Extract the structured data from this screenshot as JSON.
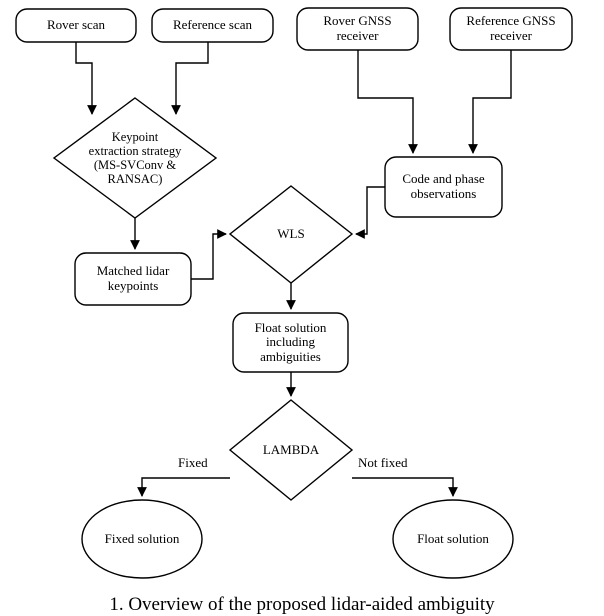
{
  "figure": {
    "type": "flowchart",
    "caption": "1. Overview of the proposed lidar-aided ambiguity",
    "stroke_color": "#000000",
    "fill_color": "#ffffff",
    "background": "#ffffff"
  },
  "nodes": {
    "rover_scan": {
      "label": "Rover scan",
      "shape": "rounded-rectangle"
    },
    "reference_scan": {
      "label": "Reference scan",
      "shape": "rounded-rectangle"
    },
    "rover_gnss": {
      "label": "Rover GNSS\nreceiver",
      "shape": "rounded-rectangle"
    },
    "reference_gnss": {
      "label": "Reference GNSS\nreceiver",
      "shape": "rounded-rectangle"
    },
    "keypoint_extraction": {
      "label": "Keypoint\nextraction strategy\n(MS-SVConv &\nRANSAC)",
      "shape": "diamond"
    },
    "code_phase": {
      "label": "Code and phase\nobservations",
      "shape": "rounded-rectangle"
    },
    "matched_keypoints": {
      "label": "Matched lidar\nkeypoints",
      "shape": "rounded-rectangle"
    },
    "wls": {
      "label": "WLS",
      "shape": "diamond"
    },
    "float_solution_amb": {
      "label": "Float solution\nincluding\nambiguities",
      "shape": "rounded-rectangle"
    },
    "lambda": {
      "label": "LAMBDA",
      "shape": "diamond"
    },
    "fixed_solution": {
      "label": "Fixed solution",
      "shape": "ellipse"
    },
    "float_solution": {
      "label": "Float solution",
      "shape": "ellipse"
    }
  },
  "edge_labels": {
    "fixed": "Fixed",
    "not_fixed": "Not fixed"
  }
}
